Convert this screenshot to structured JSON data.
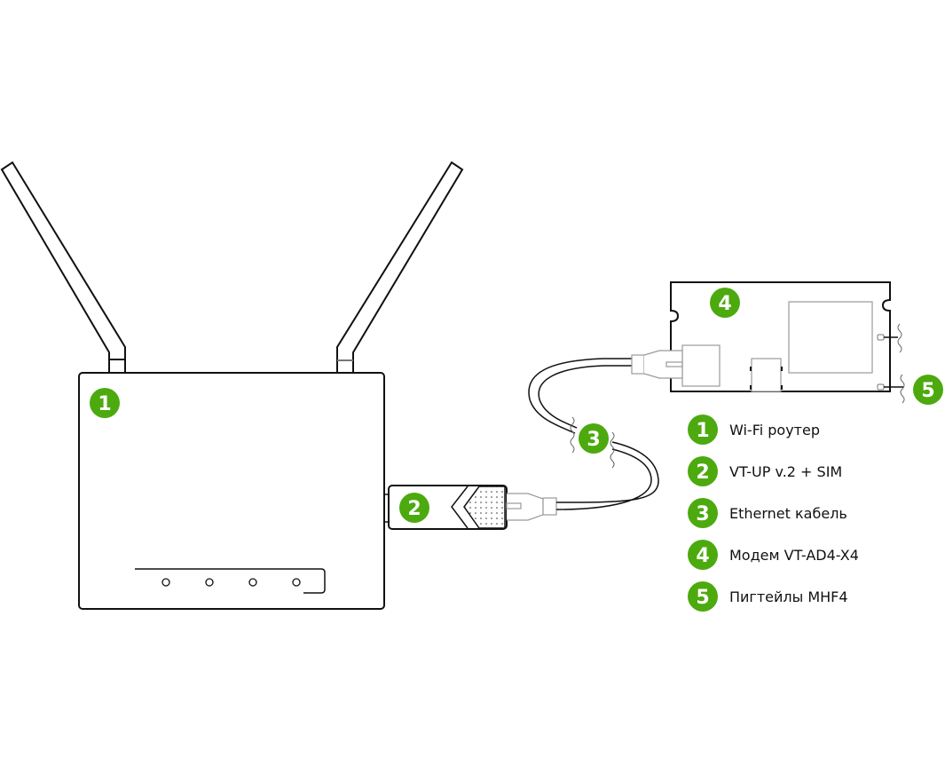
{
  "diagram": {
    "accent_color": "#4caa0f",
    "line_color": "#111111",
    "light_line_color": "#9a9a9a",
    "components": [
      {
        "id": "1",
        "name": "router",
        "label": "Wi-Fi роутер"
      },
      {
        "id": "2",
        "name": "vt-up-adapter",
        "label": "VT-UP v.2 + SIM"
      },
      {
        "id": "3",
        "name": "ethernet-cable",
        "label": "Ethernet кабель"
      },
      {
        "id": "4",
        "name": "modem",
        "label": "Модем VT-AD4-X4"
      },
      {
        "id": "5",
        "name": "pigtails",
        "label": "Пигтейлы MHF4"
      }
    ]
  },
  "legend": {
    "items": [
      {
        "number": "1",
        "text": "Wi-Fi роутер"
      },
      {
        "number": "2",
        "text": "VT-UP v.2 + SIM"
      },
      {
        "number": "3",
        "text": "Ethernet кабель"
      },
      {
        "number": "4",
        "text": "Модем VT-AD4-X4"
      },
      {
        "number": "5",
        "text": "Пигтейлы MHF4"
      }
    ]
  },
  "badges": {
    "router": "1",
    "adapter": "2",
    "cable": "3",
    "modem": "4",
    "pigtails": "5"
  },
  "router": {
    "led_count": 4
  }
}
